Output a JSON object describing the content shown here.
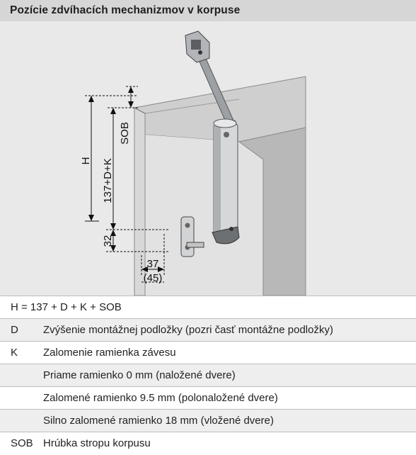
{
  "title": "Pozície zdvíhacích mechanizmov v korpuse",
  "diagram": {
    "dim_H": "H",
    "dim_137DK": "137+D+K",
    "dim_SOB": "SOB",
    "dim_32": "32",
    "dim_37": "37",
    "dim_45": "(45)"
  },
  "formula": "H = 137 + D + K + SOB",
  "legend": [
    {
      "code": "D",
      "description": "Zvýšenie montážnej podložky (pozri časť montážne podložky)"
    },
    {
      "code": "K",
      "description": "Zalomenie ramienka závesu"
    },
    {
      "code": "",
      "description": "Priame ramienko 0 mm (naložené dvere)"
    },
    {
      "code": "",
      "description": "Zalomené ramienko 9.5 mm (polonaložené dvere)"
    },
    {
      "code": "",
      "description": "Silno zalomené ramienko 18 mm (vložené dvere)"
    },
    {
      "code": "SOB",
      "description": "Hrúbka stropu korpusu"
    }
  ],
  "colors": {
    "header_bg": "#d6d6d6",
    "diagram_bg": "#e9e9e9",
    "cabinet_side": "#b9b9b9",
    "cabinet_top": "#cfcfcf",
    "cabinet_front": "#e0e0e0",
    "mechanism": "#c4c6c8",
    "row_shaded": "#eeeeee"
  }
}
